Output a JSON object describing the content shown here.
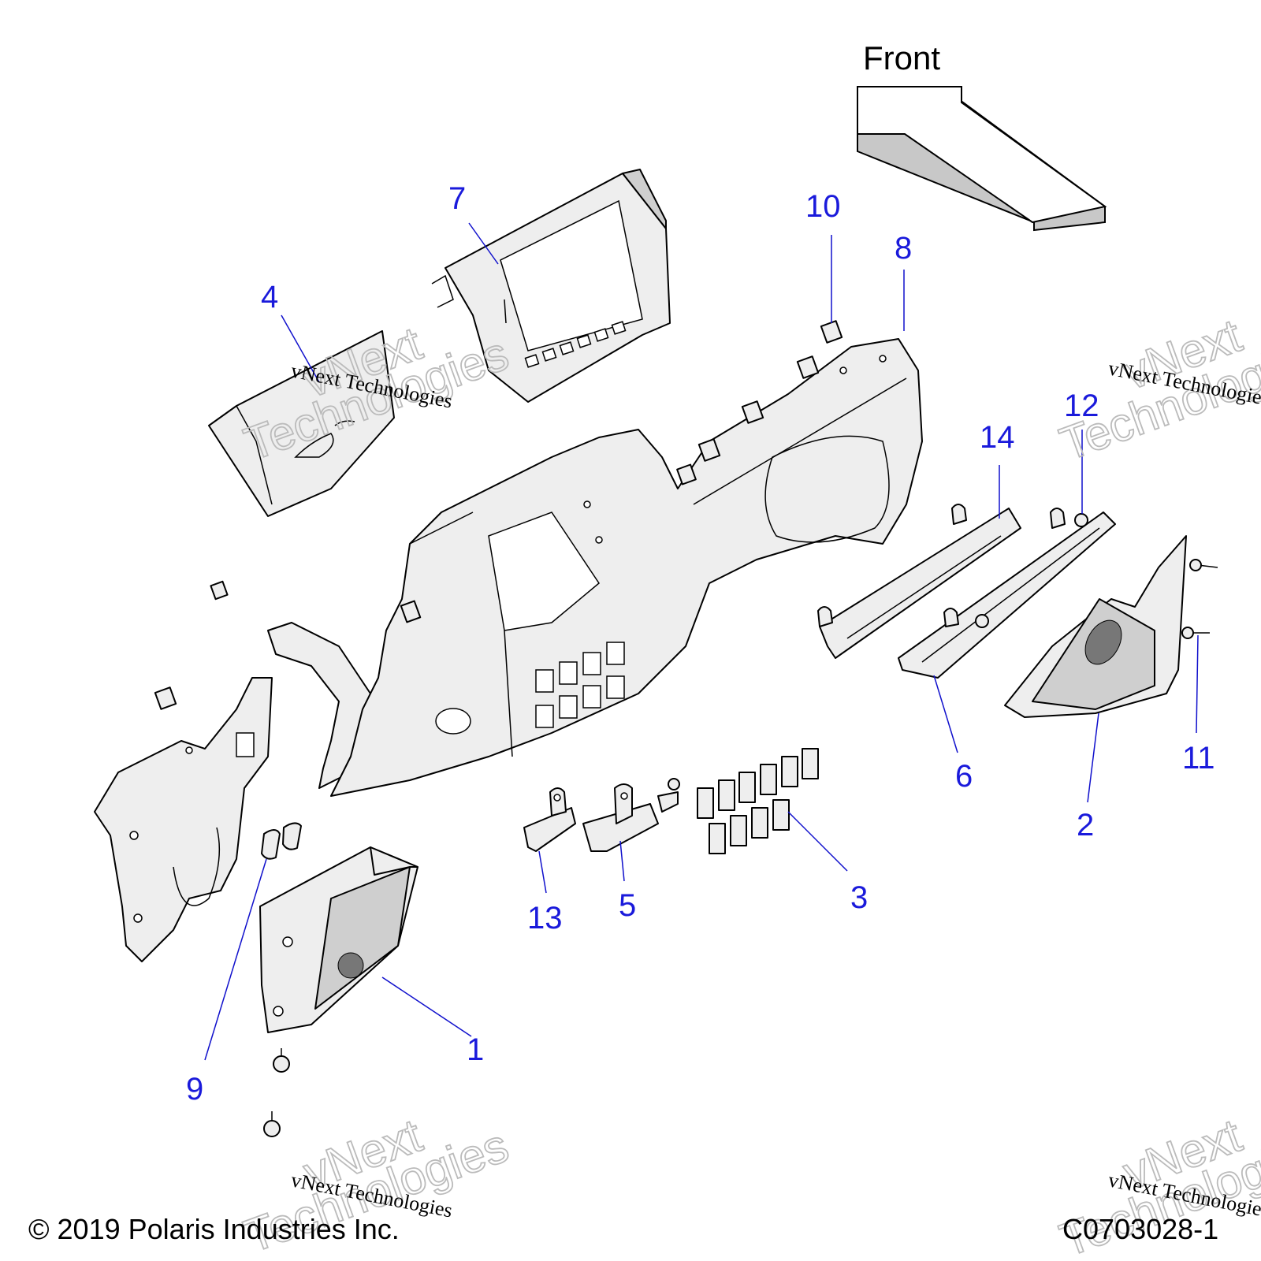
{
  "front_label": "Front",
  "callouts": [
    "1",
    "2",
    "3",
    "4",
    "5",
    "6",
    "7",
    "8",
    "9",
    "10",
    "11",
    "12",
    "13",
    "14"
  ],
  "watermark": {
    "text_small": "vNext Technologies",
    "text_large_1": "vNext",
    "text_large_2": "Technologies"
  },
  "footer": {
    "copyright": "© 2019 Polaris Industries Inc.",
    "figure_id": "C0703028-1"
  },
  "colors": {
    "callout": "#1a1adb",
    "leader": "#1010cc",
    "part_fill": "#eeeeee",
    "arrow_shadow": "#c8c8c8"
  }
}
